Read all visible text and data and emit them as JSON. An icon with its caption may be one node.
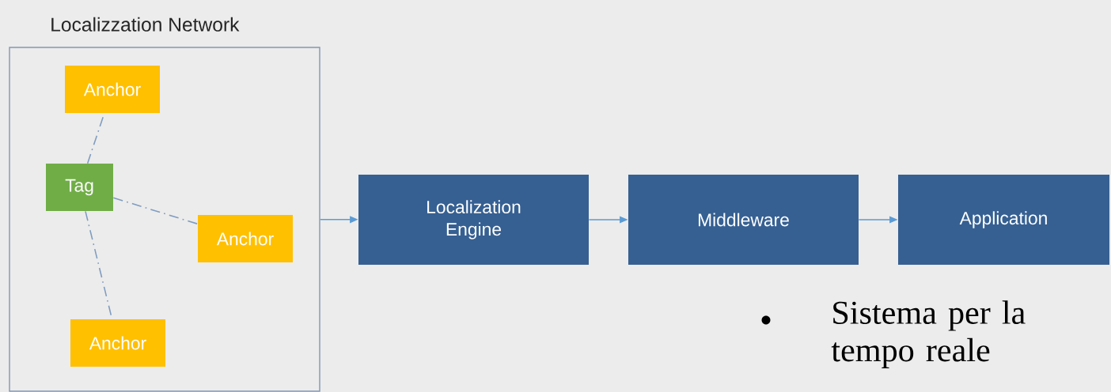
{
  "diagram": {
    "nodes": [
      {
        "text": [
          "Localizzation Network"
        ]
      },
      {
        "text": [
          "Anchor"
        ],
        "in": 0
      },
      {
        "text": [
          "Tag"
        ],
        "in": 0
      },
      {
        "text": [
          "Anchor"
        ],
        "in": 0
      },
      {
        "text": [
          "Anchor"
        ],
        "in": 0
      },
      {
        "text": [
          "Localization Engine"
        ]
      },
      {
        "text": [
          "Middleware"
        ]
      },
      {
        "text": [
          "Application"
        ]
      }
    ],
    "edges": [
      {
        "from": 2,
        "to": 1,
        "arrow": "none",
        "style": "dashed"
      },
      {
        "from": 2,
        "to": 3,
        "arrow": "none",
        "style": "dashed"
      },
      {
        "from": 2,
        "to": 4,
        "arrow": "none",
        "style": "dashed"
      },
      {
        "from": 0,
        "to": 5,
        "arrow": "to"
      },
      {
        "from": 5,
        "to": 6,
        "arrow": "to"
      },
      {
        "from": 6,
        "to": 7,
        "arrow": "to"
      }
    ],
    "labels": [
      "Sistema per la tempo reale"
    ]
  }
}
